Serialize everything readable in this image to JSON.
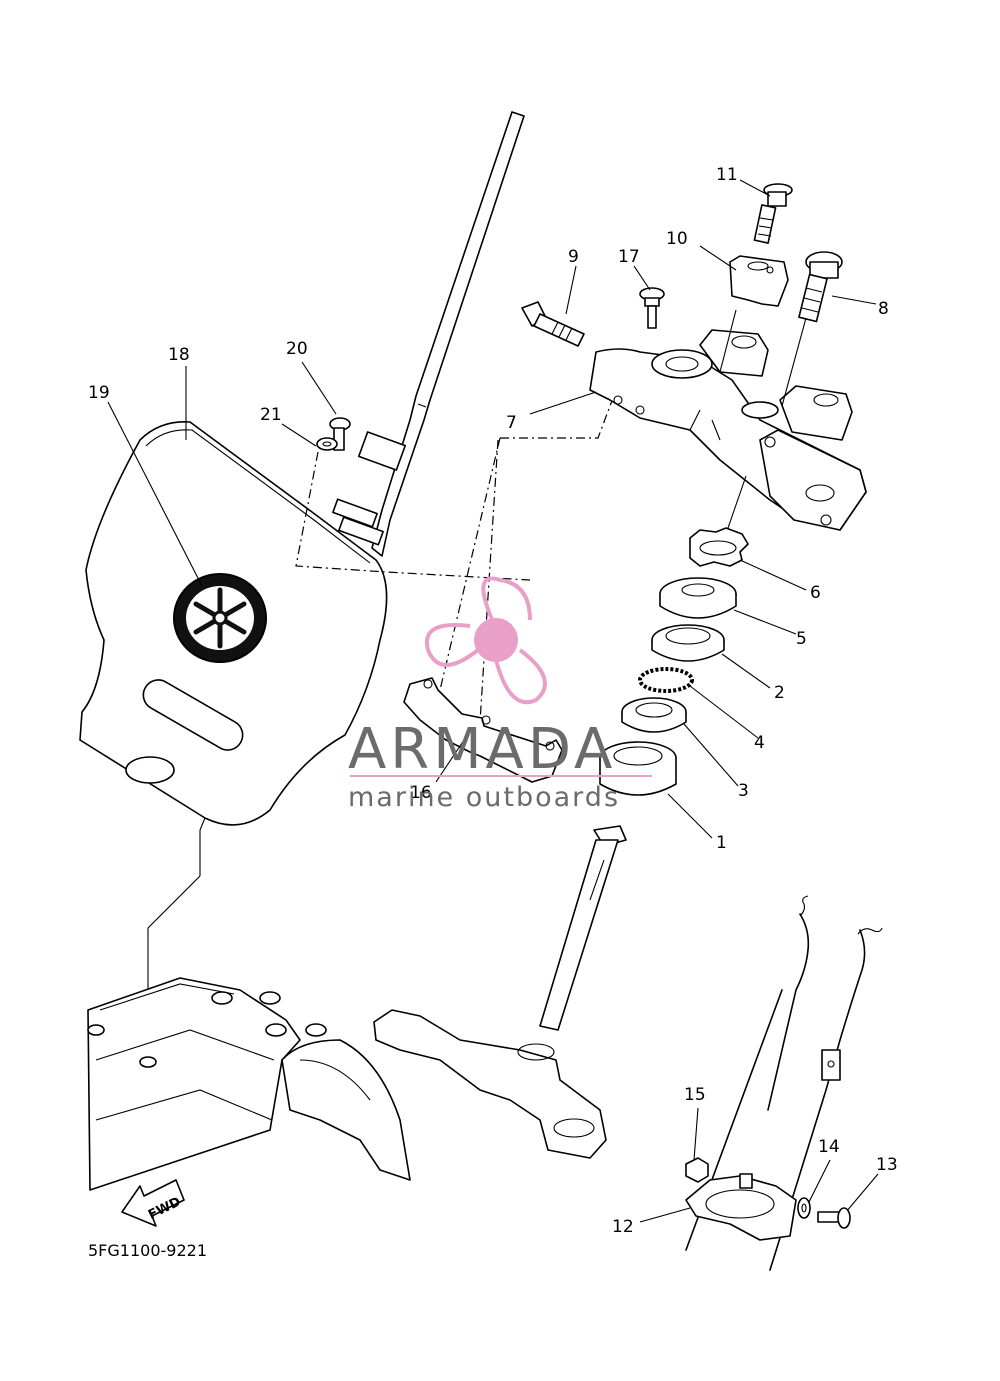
{
  "callouts": {
    "n1": "1",
    "n2": "2",
    "n3": "3",
    "n4": "4",
    "n5": "5",
    "n6": "6",
    "n7": "7",
    "n8": "8",
    "n9": "9",
    "n10": "10",
    "n11": "11",
    "n12": "12",
    "n13": "13",
    "n14": "14",
    "n15": "15",
    "n16": "16",
    "n17": "17",
    "n18": "18",
    "n19": "19",
    "n20": "20",
    "n21": "21"
  },
  "fwd_label": "FWD",
  "diagram_code": "5FG1100-9221",
  "watermark": {
    "brand": "ARMADA",
    "tagline": "marine outboards",
    "accent_color": "#e8a0c8",
    "text_color": "#6b6b6b"
  },
  "colors": {
    "line": "#000000",
    "background": "#ffffff"
  }
}
